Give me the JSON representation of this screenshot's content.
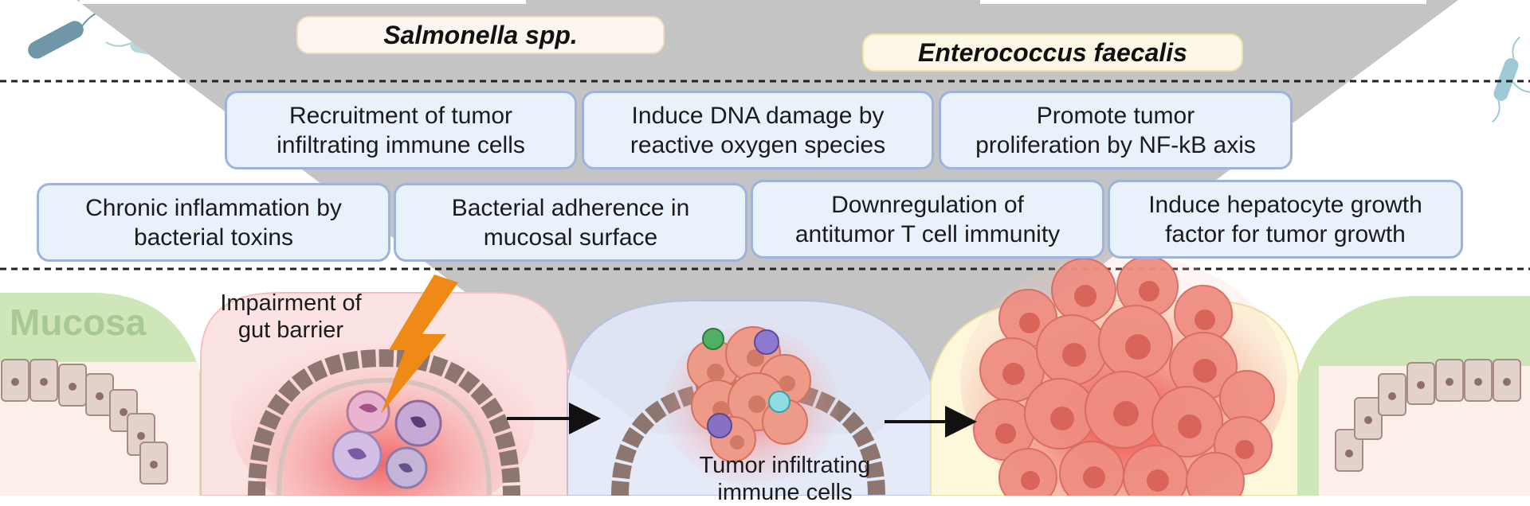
{
  "species": {
    "salmonella": "Salmonella spp.",
    "enterococcus": "Enterococcus faecalis"
  },
  "mechanisms_row1": [
    {
      "line1": "Recruitment of tumor",
      "line2": "infiltrating immune cells"
    },
    {
      "line1": "Induce DNA damage by",
      "line2": "reactive oxygen species"
    },
    {
      "line1": "Promote tumor",
      "line2": "proliferation by NF-kB axis"
    }
  ],
  "mechanisms_row2": [
    {
      "line1": "Chronic inflammation by",
      "line2": "bacterial toxins"
    },
    {
      "line1": "Bacterial adherence in",
      "line2": "mucosal surface"
    },
    {
      "line1": "Downregulation of",
      "line2": "antitumor T cell immunity"
    },
    {
      "line1": "Induce hepatocyte growth",
      "line2": "factor for tumor growth"
    }
  ],
  "labels": {
    "mucosa": "Mucosa",
    "impairment_line1": "Impairment of",
    "impairment_line2": "gut barrier",
    "til_line1": "Tumor infiltrating",
    "til_line2": "immune cells"
  },
  "colors": {
    "funnel": "#c4c4c4",
    "box_fill": "#e9f1fb",
    "box_border": "#9eb3dc",
    "mucosa_green": "#cfe6b8",
    "bolt": "#f08a16",
    "bacteria": "#8fb8c4"
  },
  "icons": [
    "bacterium-icon",
    "lightning-bolt-icon",
    "immune-cell-icon",
    "tumor-cell-icon",
    "arrow-right-icon"
  ]
}
